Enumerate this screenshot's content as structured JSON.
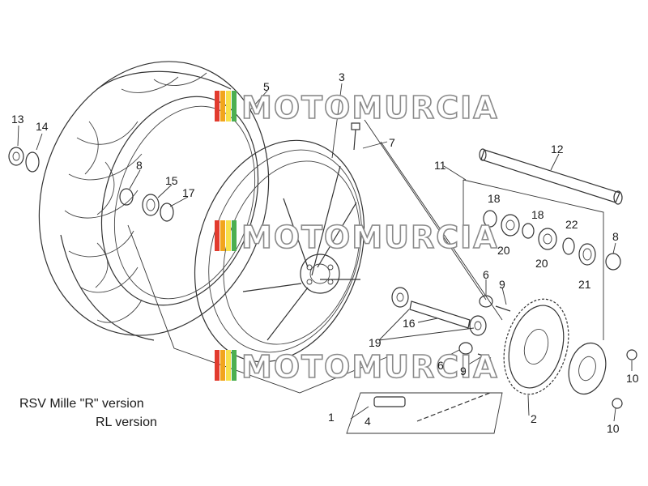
{
  "callouts": {
    "c1": "1",
    "c2": "2",
    "c3": "3",
    "c4": "4",
    "c5": "5",
    "c6a": "6",
    "c6b": "6",
    "c7": "7",
    "c8a": "8",
    "c8b": "8",
    "c9a": "9",
    "c9b": "9",
    "c10a": "10",
    "c10b": "10",
    "c11": "11",
    "c12": "12",
    "c13": "13",
    "c14": "14",
    "c15": "15",
    "c16": "16",
    "c17": "17",
    "c18a": "18",
    "c18b": "18",
    "c19": "19",
    "c20a": "20",
    "c20b": "20",
    "c21": "21",
    "c22": "22"
  },
  "caption": {
    "line1": "RSV Mille \"R\" version",
    "line2": "RL version"
  },
  "watermark": {
    "text": "MOTOMURCIA",
    "stripe_colors": [
      "#e23b2e",
      "#f2a51c",
      "#f7e04a",
      "#4caf50"
    ]
  }
}
